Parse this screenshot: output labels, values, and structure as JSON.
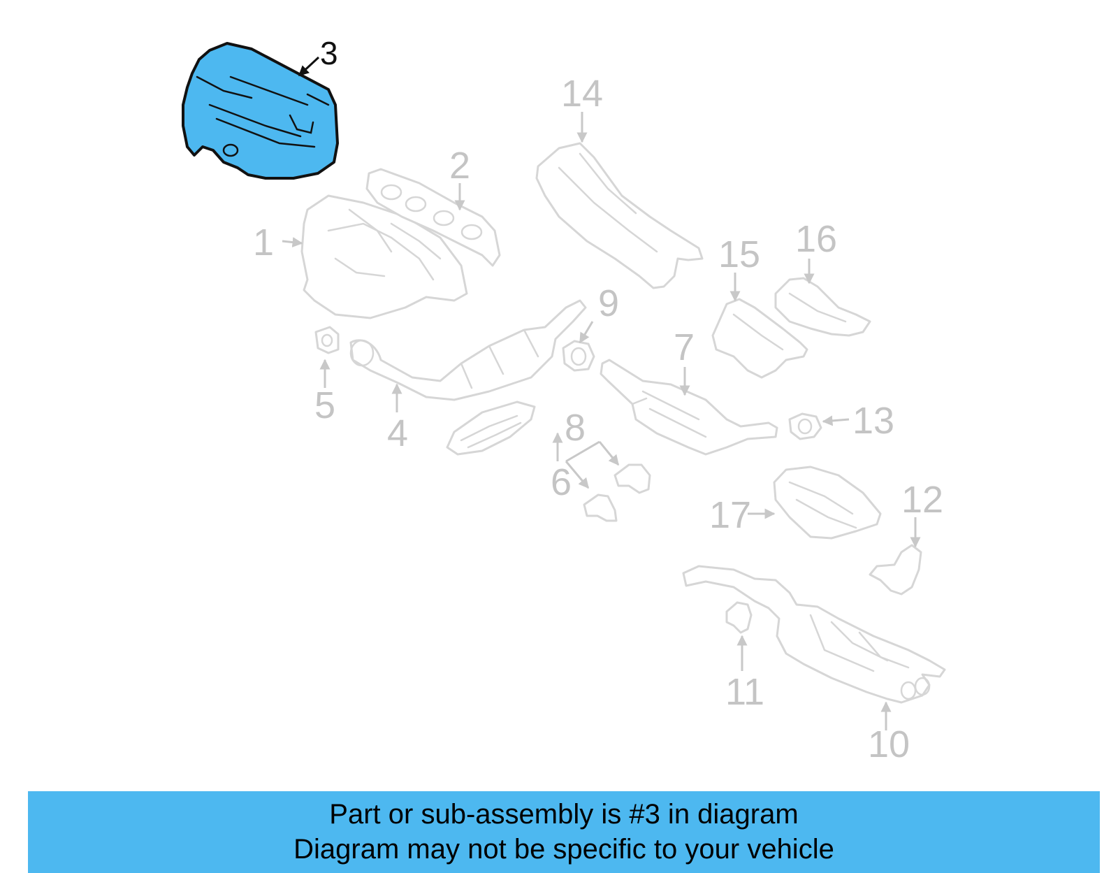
{
  "banner": {
    "line1": "Part or sub-assembly is #3 in diagram",
    "line2": "Diagram may not be specific to your vehicle"
  },
  "highlight_color": "#4db8f0",
  "callouts": {
    "c1": "1",
    "c2": "2",
    "c3": "3",
    "c4": "4",
    "c5": "5",
    "c6": "6",
    "c7": "7",
    "c8": "8",
    "c9": "9",
    "c10": "10",
    "c11": "11",
    "c12": "12",
    "c13": "13",
    "c14": "14",
    "c15": "15",
    "c16": "16",
    "c17": "17"
  },
  "highlighted_part": "3"
}
